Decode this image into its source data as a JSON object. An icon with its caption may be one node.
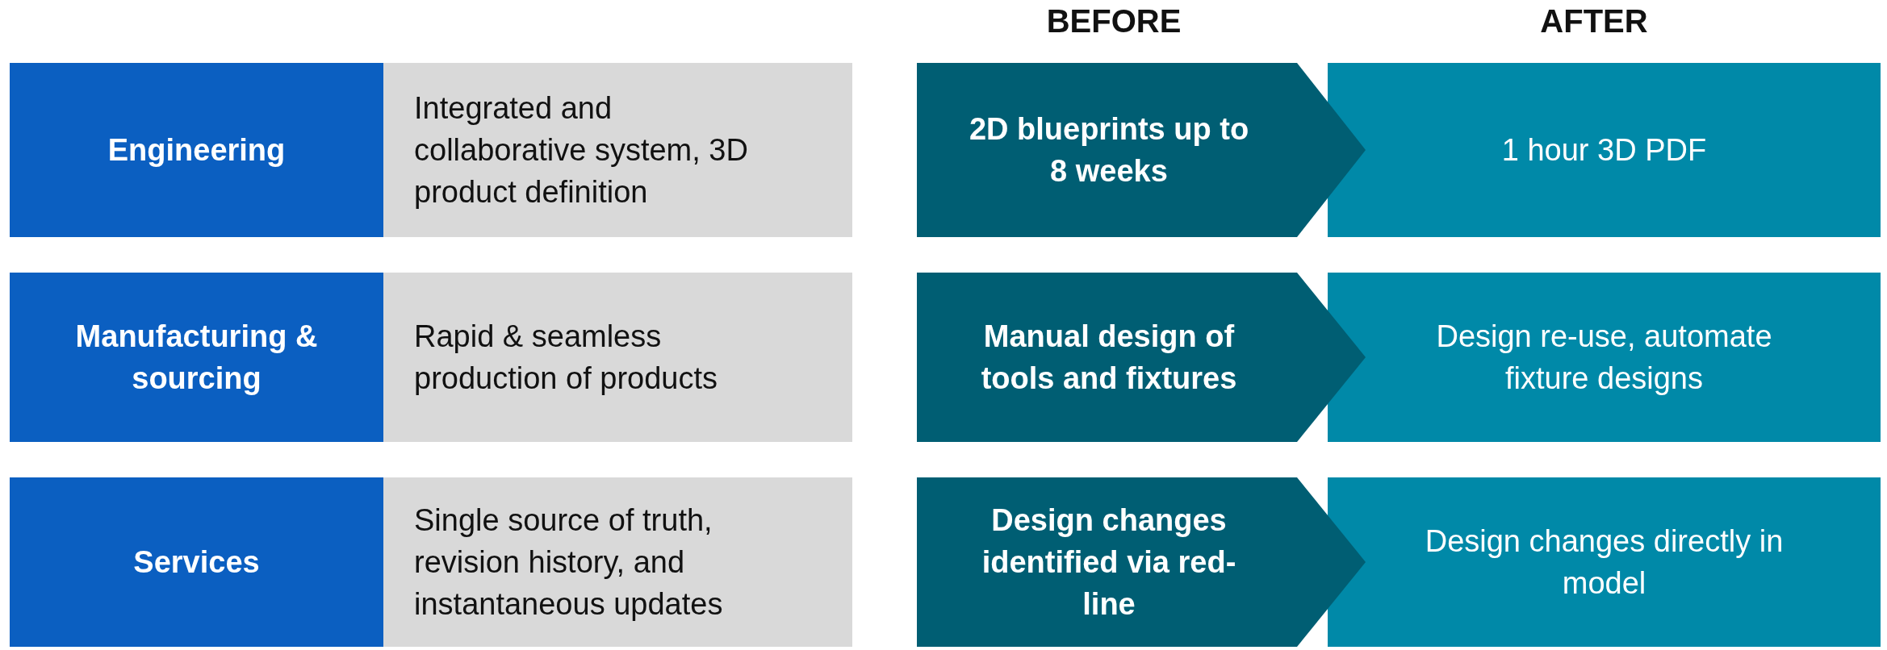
{
  "diagram": {
    "nodes": [
      {
        "text": [
          "Engineering"
        ]
      },
      {
        "text": [
          "Integrated and collaborative system, 3D product definition"
        ]
      },
      {
        "text": [
          "2D blueprints up to 8 weeks"
        ]
      },
      {
        "text": [
          "1 hour 3D PDF"
        ]
      },
      {
        "text": [
          "Manufacturing & sourcing"
        ]
      },
      {
        "text": [
          "Rapid & seamless production of products"
        ]
      },
      {
        "text": [
          "Manual design of tools and fixtures"
        ]
      },
      {
        "text": [
          "Design re-use, automate fixture designs"
        ]
      },
      {
        "text": [
          "Services"
        ]
      },
      {
        "text": [
          "Single source of truth, revision history, and instantaneous updates"
        ]
      },
      {
        "text": [
          "Design changes identified via red-line"
        ]
      },
      {
        "text": [
          "Design changes directly in model"
        ]
      }
    ],
    "labels": [
      "BEFORE",
      "AFTER"
    ]
  }
}
